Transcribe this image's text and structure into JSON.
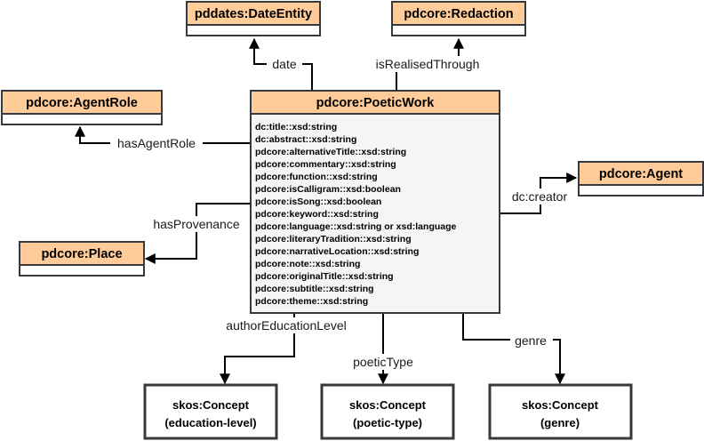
{
  "colors": {
    "class_header": "#ffcc99",
    "class_border": "#36393d",
    "main_body": "#f5f5f5",
    "white": "#ffffff",
    "line": "#000000"
  },
  "main_class": {
    "title": "pdcore:PoeticWork",
    "attributes": [
      "dc:title::xsd:string",
      "dc:abstract::xsd:string",
      "pdcore:alternativeTitle::xsd:string",
      "pdcore:commentary::xsd:string",
      "pdcore:function::xsd:string",
      "pdcore:isCalligram::xsd:boolean",
      "pdcore:isSong::xsd:boolean",
      "pdcore:keyword::xsd:string",
      "pdcore:language::xsd:string or xsd:language",
      "pdcore:literaryTradition::xsd:string",
      "pdcore:narrativeLocation::xsd:string",
      "pdcore:note::xsd:string",
      "pdcore:originalTitle::xsd:string",
      "pdcore:subtitle::xsd:string",
      "pdcore:theme::xsd:string"
    ]
  },
  "classes": {
    "date_entity": "pddates:DateEntity",
    "redaction": "pdcore:Redaction",
    "agent_role": "pdcore:AgentRole",
    "agent": "pdcore:Agent",
    "place": "pdcore:Place"
  },
  "concepts": {
    "education_level": {
      "line1": "skos:Concept",
      "line2": "(education-level)"
    },
    "poetic_type": {
      "line1": "skos:Concept",
      "line2": "(poetic-type)"
    },
    "genre": {
      "line1": "skos:Concept",
      "line2": "(genre)"
    }
  },
  "relations": {
    "date": "date",
    "is_realised_through": "isRealisedThrough",
    "has_agent_role": "hasAgentRole",
    "dc_creator": "dc:creator",
    "has_provenance": "hasProvenance",
    "author_education_level": "authorEducationLevel",
    "poetic_type": "poeticType",
    "genre": "genre"
  }
}
